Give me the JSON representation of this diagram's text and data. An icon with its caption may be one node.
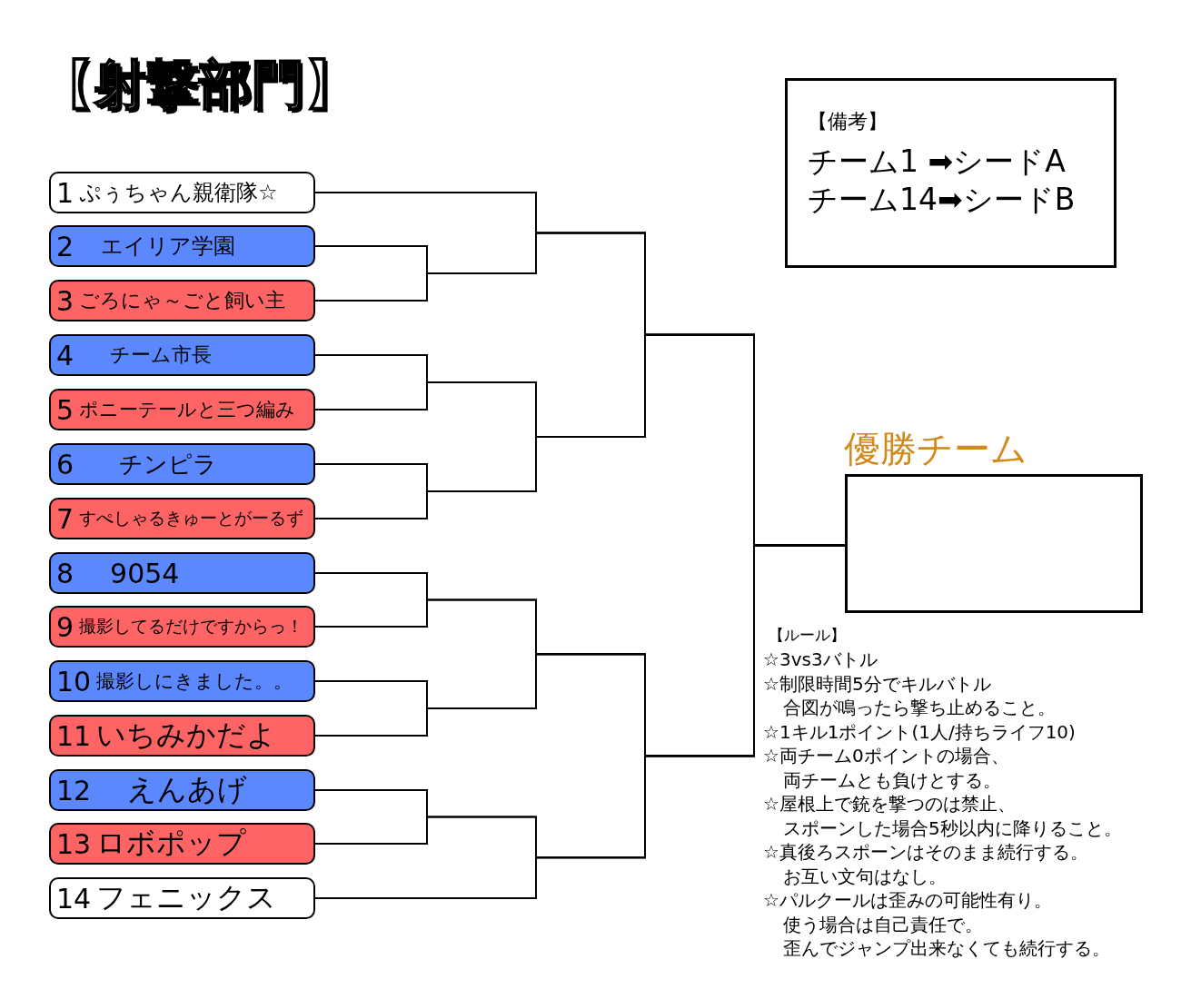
{
  "diagram": {
    "title": "【射撃部門】",
    "nodes": [
      {
        "text": [
          "1",
          "ぷぅちゃん親衛隊☆"
        ]
      },
      {
        "text": [
          "2",
          "エイリア学園"
        ]
      },
      {
        "text": [
          "3",
          "ごろにゃ～ごと飼い主"
        ]
      },
      {
        "text": [
          "4",
          "チーム市長"
        ]
      },
      {
        "text": [
          "5",
          "ポニーテールと三つ編み"
        ]
      },
      {
        "text": [
          "6",
          "チンピラ"
        ]
      },
      {
        "text": [
          "7",
          "すぺしゃるきゅーとがーるず"
        ]
      },
      {
        "text": [
          "8",
          "9054"
        ]
      },
      {
        "text": [
          "9",
          "撮影してるだけですからっ！"
        ]
      },
      {
        "text": [
          "10",
          "撮影しにきました。。"
        ]
      },
      {
        "text": [
          "11",
          "いちみかだよ"
        ]
      },
      {
        "text": [
          "12",
          "えんあげ"
        ]
      },
      {
        "text": [
          "13",
          "ロボポップ"
        ]
      },
      {
        "text": [
          "14",
          "フェニックス"
        ]
      },
      {
        "text": [
          "優勝チーム"
        ]
      },
      {
        "text": [
          "【備考】",
          "チーム1 ➡シードA",
          "チーム14➡シードB"
        ]
      }
    ],
    "edges": [
      {
        "from": 0,
        "to": 14,
        "arrow": "none"
      },
      {
        "from": 1,
        "to": 14,
        "arrow": "none"
      },
      {
        "from": 2,
        "to": 14,
        "arrow": "none"
      },
      {
        "from": 3,
        "to": 14,
        "arrow": "none"
      },
      {
        "from": 4,
        "to": 14,
        "arrow": "none"
      },
      {
        "from": 5,
        "to": 14,
        "arrow": "none"
      },
      {
        "from": 6,
        "to": 14,
        "arrow": "none"
      },
      {
        "from": 7,
        "to": 14,
        "arrow": "none"
      },
      {
        "from": 8,
        "to": 14,
        "arrow": "none"
      },
      {
        "from": 9,
        "to": 14,
        "arrow": "none"
      },
      {
        "from": 10,
        "to": 14,
        "arrow": "none"
      },
      {
        "from": 11,
        "to": 14,
        "arrow": "none"
      },
      {
        "from": 12,
        "to": 14,
        "arrow": "none"
      },
      {
        "from": 13,
        "to": 14,
        "arrow": "none"
      }
    ],
    "labels": [
      "【ルール】",
      "☆3vs3バトル",
      "☆制限時間5分でキルバトル合図が鳴ったら撃ち止めること。",
      "☆1キル1ポイント(1人/持ちライフ10)",
      "☆両チーム0ポイントの場合、両チームとも負けとする。",
      "☆屋根上で銃を撃つのは禁止、スポーンした場合5秒以内に降りること。",
      "☆真後ろスポーンはそのまま続行する。お互い文句はなし。",
      "☆パルクールは歪みの可能性有り。使う場合は自己責任で。歪んでジャンプ出来なくても続行する。"
    ]
  }
}
